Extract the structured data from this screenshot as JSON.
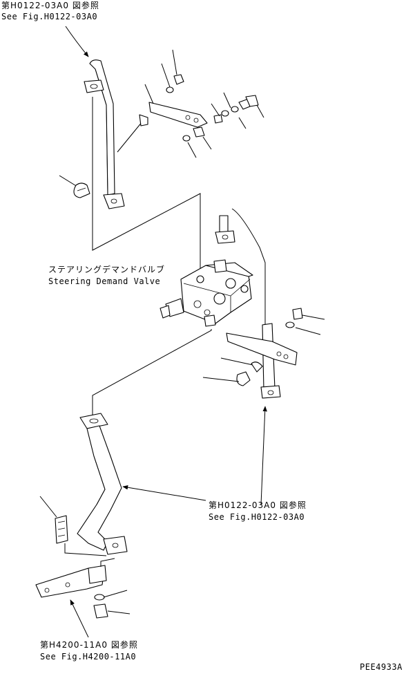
{
  "labels": {
    "ref_top_jp": "第H0122-03A0 図参照",
    "ref_top_en": "See Fig.H0122-03A0",
    "valve_jp": "ステアリングデマンドバルブ",
    "valve_en": "Steering Demand Valve",
    "ref_mid_jp": "第H0122-03A0 図参照",
    "ref_mid_en": "See Fig.H0122-03A0",
    "ref_bottom_jp": "第H4200-11A0 図参照",
    "ref_bottom_en": "See Fig.H4200-11A0",
    "drawing_code": "PEE4933A"
  }
}
